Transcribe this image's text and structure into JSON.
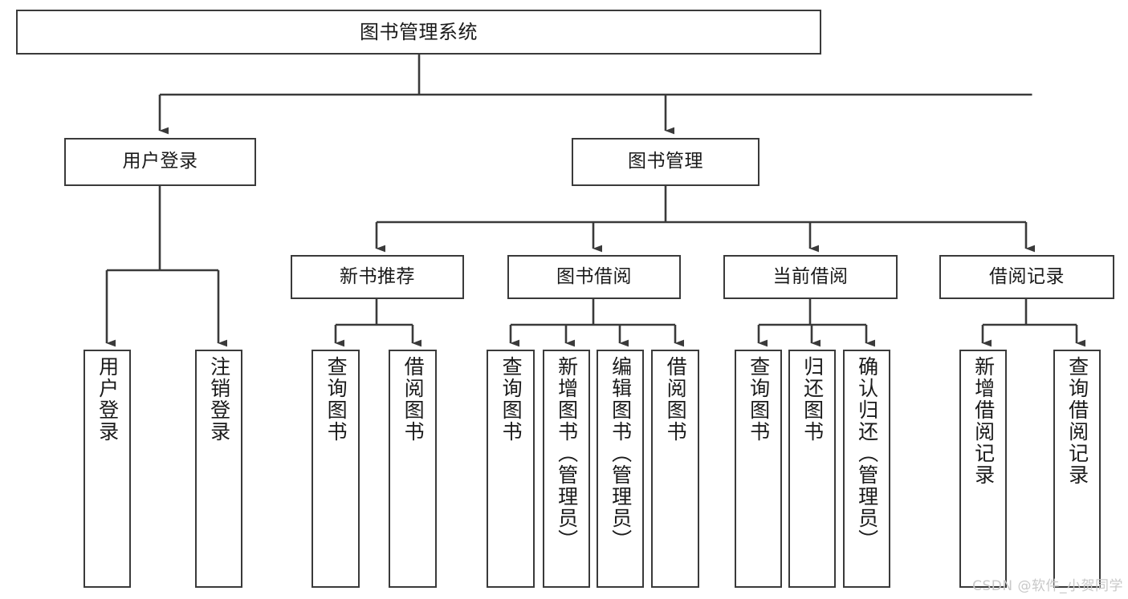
{
  "diagram": {
    "type": "tree",
    "title": "图书管理系统",
    "orientation": "top-down",
    "root": {
      "label": "图书管理系统"
    },
    "level1": [
      {
        "label": "用户登录"
      },
      {
        "label": "图书管理"
      }
    ],
    "level2": [
      {
        "label": "新书推荐"
      },
      {
        "label": "图书借阅"
      },
      {
        "label": "当前借阅"
      },
      {
        "label": "借阅记录"
      }
    ],
    "leaves": {
      "user_login": [
        {
          "label": "用户登录"
        },
        {
          "label": "注销登录"
        }
      ],
      "new_book_recommend": [
        {
          "label": "查询图书"
        },
        {
          "label": "借阅图书"
        }
      ],
      "book_borrow": [
        {
          "label": "查询图书"
        },
        {
          "label": "新增图书（管理员）"
        },
        {
          "label": "编辑图书（管理员）"
        },
        {
          "label": "借阅图书"
        }
      ],
      "current_borrow": [
        {
          "label": "查询图书"
        },
        {
          "label": "归还图书"
        },
        {
          "label": "确认归还（管理员）"
        }
      ],
      "borrow_record": [
        {
          "label": "新增借阅记录"
        },
        {
          "label": "查询借阅记录"
        }
      ]
    }
  },
  "watermark": {
    "text": "CSDN @软件_小贺同学"
  },
  "colors": {
    "background": "#ffffff",
    "box_border": "#3a3a3a",
    "box_fill": "#ffffff",
    "connector": "#3a3a3a",
    "text": "#1a1a1a",
    "watermark": "#c9c9c9"
  }
}
